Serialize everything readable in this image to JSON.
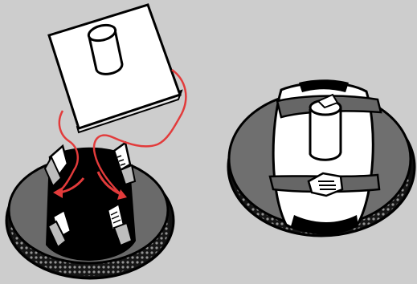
{
  "diagram": {
    "panels": [
      {
        "id": "before",
        "description_icons": [
          "film-sheet",
          "post-cylinder",
          "turntable-base",
          "film-clip",
          "red-tether-line",
          "red-direction-arrow"
        ]
      },
      {
        "id": "after",
        "description_icons": [
          "turntable-base",
          "post-cylinder",
          "film-strap",
          "film-clip"
        ]
      }
    ],
    "colors": {
      "background": "#cdcdcd",
      "outline": "#000000",
      "sheet": "#ffffff",
      "base_top": "#6f6f6f",
      "base_side": "#2a2a2a",
      "film_dark": "#5a5a5a",
      "accent_red": "#e23b3b"
    }
  }
}
